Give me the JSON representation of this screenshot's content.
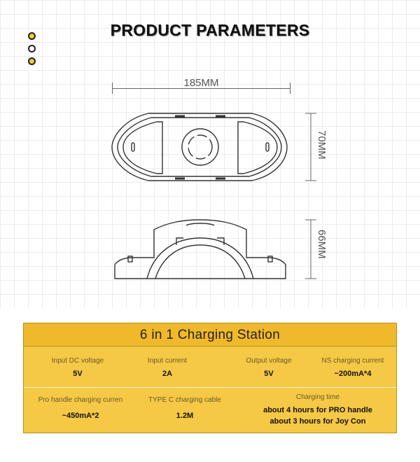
{
  "header": {
    "title": "PRODUCT PARAMETERS"
  },
  "dimensions": {
    "width": "185MM",
    "depth": "70MM",
    "height": "66MM"
  },
  "table": {
    "title": "6 in 1 Charging Station",
    "row1": [
      {
        "label": "Input DC voltage",
        "value": "5V"
      },
      {
        "label": "Input current",
        "value": "2A"
      },
      {
        "label": "Output voltage",
        "value": "5V"
      },
      {
        "label": "NS charging current",
        "value": "~200mA*4"
      }
    ],
    "row2": [
      {
        "label": "Pro handle charging curren",
        "value": "~450mA*2"
      },
      {
        "label": "TYPE C charging cable",
        "value": "1.2M"
      },
      {
        "label": "Charging time",
        "value": "about 4 hours for PRO handle",
        "value2": "about 3 hours for Joy Con"
      }
    ]
  },
  "colors": {
    "panel": "#f5c845",
    "panel_header": "#f0b92c",
    "dot": "#f2cb3a"
  }
}
